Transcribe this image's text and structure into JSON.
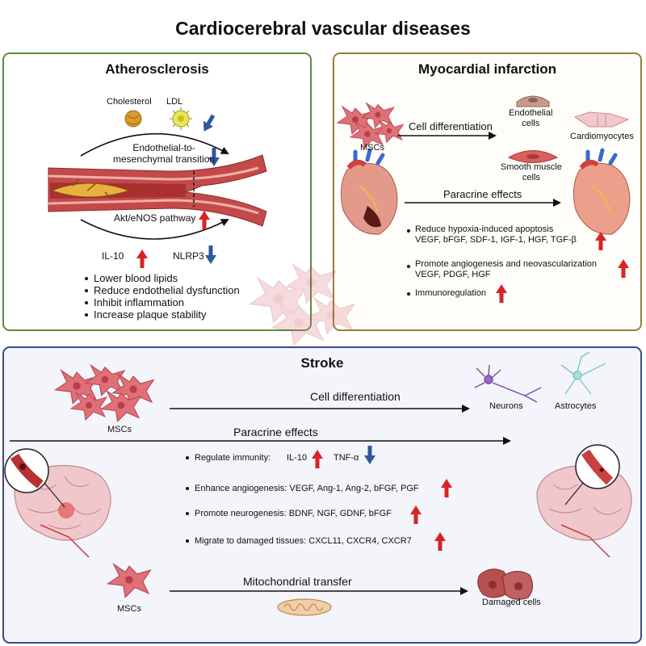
{
  "title": "Cardiocerebral vascular diseases",
  "colors": {
    "athero_border": "#5b8c3a",
    "mi_border": "#9c7a3c",
    "stroke_border": "#3b4a8c",
    "up_arrow": "#d62424",
    "down_arrow": "#2e5a9c"
  },
  "atherosclerosis": {
    "title": "Atherosclerosis",
    "cholesterol": "Cholesterol",
    "ldl": "LDL",
    "endmt": "Endothelial-to-\nmesenchymal transition",
    "akt": "Akt/eNOS pathway",
    "il10": "IL-10",
    "nlrp3": "NLRP3",
    "effects": [
      "Lower blood lipids",
      "Reduce endothelial dysfunction",
      "Inhibit inflammation",
      "Increase plaque stability"
    ]
  },
  "mi": {
    "title": "Myocardial infarction",
    "mscs": "MSCs",
    "cell_diff": "Cell differentiation",
    "endothelial": "Endothelial\ncells",
    "cardiomyocytes": "Cardiomyocytes",
    "smooth": "Smooth muscle\ncells",
    "paracrine": "Paracrine effects",
    "items": [
      {
        "head": "Reduce hypoxia-induced apoptosis",
        "sub": "VEGF, bFGF, SDF-1, IGF-1, HGF, TGF-β"
      },
      {
        "head": "Promote angiogenesis and neovascularization",
        "sub": "VEGF, PDGF, HGF"
      },
      {
        "head": "Immunoregulation",
        "sub": ""
      }
    ]
  },
  "stroke": {
    "title": "Stroke",
    "mscs_top": "MSCs",
    "cell_diff": "Cell differentiation",
    "neurons": "Neurons",
    "astrocytes": "Astrocytes",
    "paracrine": "Paracrine effects",
    "regulate": "Regulate immunity:",
    "il10": "IL-10",
    "tnf": "TNF-α",
    "items": [
      "Enhance angiogenesis: VEGF, Ang-1, Ang-2, bFGF, PGF",
      "Promote neurogenesis: BDNF, NGF, GDNF, bFGF",
      "Migrate to damaged tissues: CXCL11, CXCR4, CXCR7"
    ],
    "mito": "Mitochondrial transfer",
    "mscs_bottom": "MSCs",
    "damaged": "Damaged cells"
  }
}
